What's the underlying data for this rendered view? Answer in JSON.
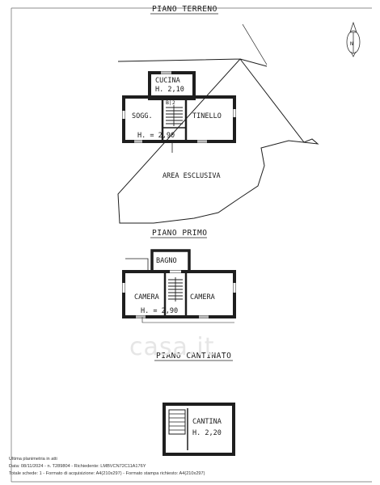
{
  "titles": {
    "ground_floor": "PIANO TERRENO",
    "first_floor": "PIANO PRIMO",
    "cellar": "PIANO CANTINATO"
  },
  "ground_floor": {
    "kitchen": "CUCINA",
    "kitchen_height": "H. 2,10",
    "sogg": "SOGG.",
    "tinello": "TINELLO",
    "height": "H. = 2,90",
    "area": "AREA ESCLUSIVA",
    "small_label": "B|2"
  },
  "first_floor": {
    "bath": "BAGNO",
    "camera_left": "CAMERA",
    "camera_right": "CAMERA",
    "height": "H. = 2,90"
  },
  "cellar": {
    "cantina": "CANTINA",
    "height": "H. 2,20"
  },
  "north_arrow": {
    "label": "N"
  },
  "watermark": "casa.it",
  "footer": {
    "line1": "Ultima planimetria in atti",
    "line2": "Data: 08/11/2024 - n. T289804 - Richiedente: LMBVCN72C11A176Y",
    "line3": "Totale schede: 1 - Formato di acquisizione: A4(210x297) - Formato stampa richiesto: A4(210x297)"
  }
}
